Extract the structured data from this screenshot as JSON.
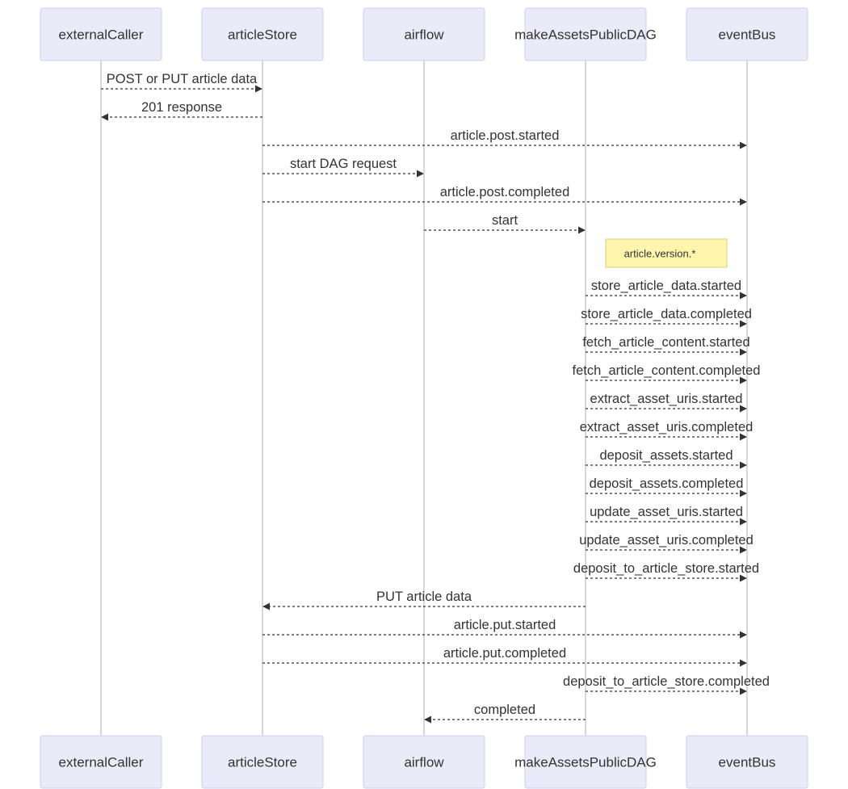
{
  "participants": [
    {
      "id": "externalCaller",
      "label": "externalCaller"
    },
    {
      "id": "articleStore",
      "label": "articleStore"
    },
    {
      "id": "airflow",
      "label": "airflow"
    },
    {
      "id": "makeAssetsPublicDAG",
      "label": "makeAssetsPublicDAG"
    },
    {
      "id": "eventBus",
      "label": "eventBus"
    }
  ],
  "messages": [
    {
      "from": "externalCaller",
      "to": "articleStore",
      "label": "POST or PUT article data"
    },
    {
      "from": "articleStore",
      "to": "externalCaller",
      "label": "201 response"
    },
    {
      "from": "articleStore",
      "to": "eventBus",
      "label": "article.post.started"
    },
    {
      "from": "articleStore",
      "to": "airflow",
      "label": "start DAG request"
    },
    {
      "from": "articleStore",
      "to": "eventBus",
      "label": "article.post.completed"
    },
    {
      "from": "airflow",
      "to": "makeAssetsPublicDAG",
      "label": "start"
    },
    {
      "from": "makeAssetsPublicDAG",
      "to": "eventBus",
      "label": "store_article_data.started"
    },
    {
      "from": "makeAssetsPublicDAG",
      "to": "eventBus",
      "label": "store_article_data.completed"
    },
    {
      "from": "makeAssetsPublicDAG",
      "to": "eventBus",
      "label": "fetch_article_content.started"
    },
    {
      "from": "makeAssetsPublicDAG",
      "to": "eventBus",
      "label": "fetch_article_content.completed"
    },
    {
      "from": "makeAssetsPublicDAG",
      "to": "eventBus",
      "label": "extract_asset_uris.started"
    },
    {
      "from": "makeAssetsPublicDAG",
      "to": "eventBus",
      "label": "extract_asset_uris.completed"
    },
    {
      "from": "makeAssetsPublicDAG",
      "to": "eventBus",
      "label": "deposit_assets.started"
    },
    {
      "from": "makeAssetsPublicDAG",
      "to": "eventBus",
      "label": "deposit_assets.completed"
    },
    {
      "from": "makeAssetsPublicDAG",
      "to": "eventBus",
      "label": "update_asset_uris.started"
    },
    {
      "from": "makeAssetsPublicDAG",
      "to": "eventBus",
      "label": "update_asset_uris.completed"
    },
    {
      "from": "makeAssetsPublicDAG",
      "to": "eventBus",
      "label": "deposit_to_article_store.started"
    },
    {
      "from": "makeAssetsPublicDAG",
      "to": "articleStore",
      "label": "PUT article data"
    },
    {
      "from": "articleStore",
      "to": "eventBus",
      "label": "article.put.started"
    },
    {
      "from": "articleStore",
      "to": "eventBus",
      "label": "article.put.completed"
    },
    {
      "from": "makeAssetsPublicDAG",
      "to": "eventBus",
      "label": "deposit_to_article_store.completed"
    },
    {
      "from": "makeAssetsPublicDAG",
      "to": "airflow",
      "label": "completed"
    }
  ],
  "note": {
    "over": "makeAssetsPublicDAG",
    "text": "article.version.*"
  }
}
